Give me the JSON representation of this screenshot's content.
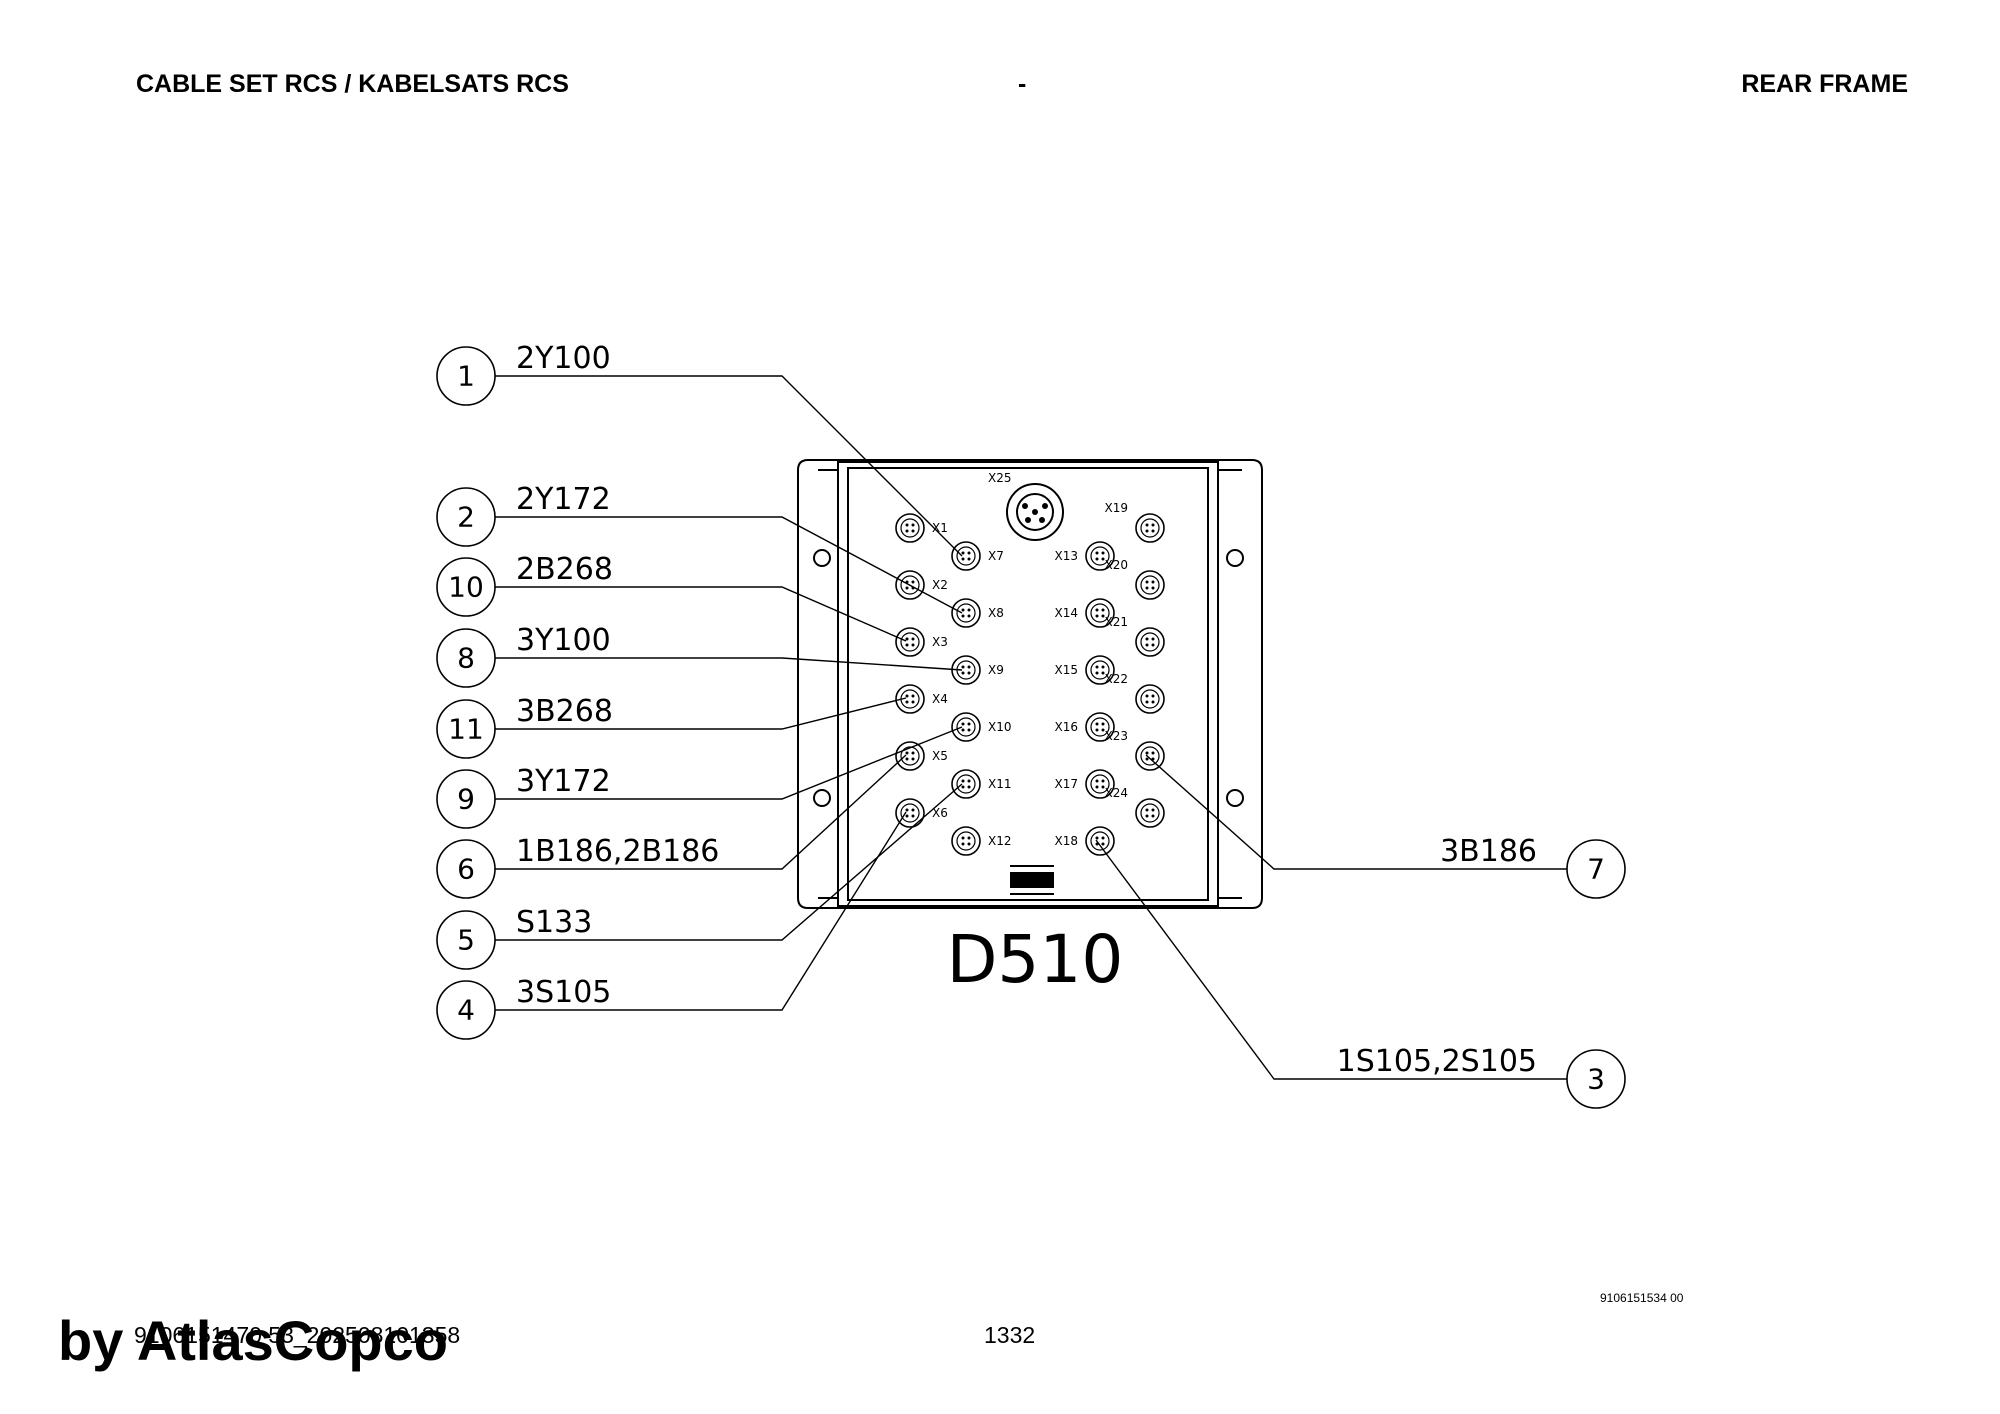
{
  "header": {
    "left": "CABLE SET RCS / KABELSATS RCS",
    "center": "-",
    "right": "REAR FRAME"
  },
  "module_label": "D510",
  "connectors": {
    "x25": "X25",
    "left_a": [
      "X1",
      "X2",
      "X3",
      "X4",
      "X5",
      "X6"
    ],
    "left_b": [
      "X7",
      "X8",
      "X9",
      "X10",
      "X11",
      "X12"
    ],
    "right_a": [
      "X13",
      "X14",
      "X15",
      "X16",
      "X17",
      "X18"
    ],
    "right_b": [
      "X19",
      "X20",
      "X21",
      "X22",
      "X23",
      "X24"
    ]
  },
  "callouts_left": [
    {
      "num": "1",
      "label": "2Y100"
    },
    {
      "num": "2",
      "label": "2Y172"
    },
    {
      "num": "10",
      "label": "2B268"
    },
    {
      "num": "8",
      "label": "3Y100"
    },
    {
      "num": "11",
      "label": "3B268"
    },
    {
      "num": "9",
      "label": "3Y172"
    },
    {
      "num": "6",
      "label": "1B186,2B186"
    },
    {
      "num": "5",
      "label": "S133"
    },
    {
      "num": "4",
      "label": "3S105"
    }
  ],
  "callouts_right": [
    {
      "num": "7",
      "label": "3B186"
    },
    {
      "num": "3",
      "label": "1S105,2S105"
    }
  ],
  "footer": {
    "doc_id": "9106151470 53_202508101358",
    "page": "1332",
    "drawing_no": "9106151534 00",
    "watermark": "by AtlasCopco"
  }
}
